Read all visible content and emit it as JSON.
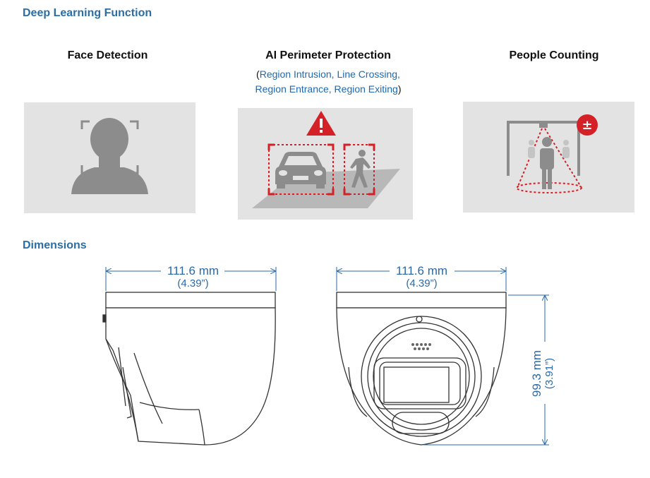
{
  "sections": {
    "deep_learning": "Deep Learning Function",
    "dimensions": "Dimensions"
  },
  "features": [
    {
      "title": "Face Detection",
      "icon": "face-detection-icon"
    },
    {
      "title": "AI Perimeter Protection",
      "sub_open": "(",
      "sub_line1": "Region Intrusion, Line Crossing,",
      "sub_line2": "Region Entrance, Region Exiting",
      "sub_close": ")",
      "icon": "perimeter-protection-icon"
    },
    {
      "title": "People Counting",
      "icon": "people-counting-icon",
      "badge": "±"
    }
  ],
  "dimensions": {
    "side_width_mm": "111.6 mm",
    "side_width_in": "(4.39”)",
    "front_width_mm": "111.6 mm",
    "front_width_in": "(4.39”)",
    "height_mm": "99.3 mm",
    "height_in": "(3.91”)"
  },
  "colors": {
    "heading": "#2c6ea3",
    "sublabel": "#1a6ab5",
    "dimension": "#2a6aa8",
    "alert_red": "#d42027",
    "panel_bg": "#e3e3e3",
    "silhouette": "#8c8c8c"
  }
}
